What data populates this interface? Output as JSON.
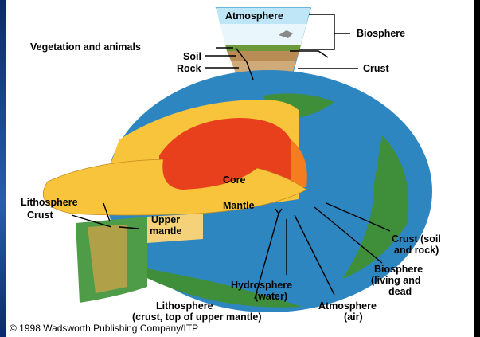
{
  "labels": {
    "atmosphere_top": "Atmosphere",
    "biosphere_top": "Biosphere",
    "vegetation": "Vegetation and animals",
    "soil": "Soil",
    "rock": "Rock",
    "crust_top": "Crust",
    "core": "Core",
    "mantle": "Mantle",
    "lithosphere_left": "Lithosphere",
    "crust_left": "Crust",
    "upper_mantle_1": "Upper",
    "upper_mantle_2": "mantle",
    "crust_right_1": "Crust (soil",
    "crust_right_2": "and rock)",
    "biosphere_bottom_1": "Biosphere",
    "biosphere_bottom_2": "(living and",
    "biosphere_bottom_3": "dead",
    "hydrosphere_1": "Hydrosphere",
    "hydrosphere_2": "(water)",
    "atmosphere_bottom_1": "Atmosphere",
    "atmosphere_bottom_2": "(air)",
    "lithosphere_bottom_1": "Lithosphere",
    "lithosphere_bottom_2": "(crust, top of upper mantle)"
  },
  "copyright": "© 1998 Wadsworth Publishing Company/ITP",
  "colors": {
    "core": "#e8401c",
    "core_rim": "#f57c1f",
    "mantle": "#f7c43c",
    "ocean": "#2e86c1",
    "land": "#3f8f3a"
  }
}
